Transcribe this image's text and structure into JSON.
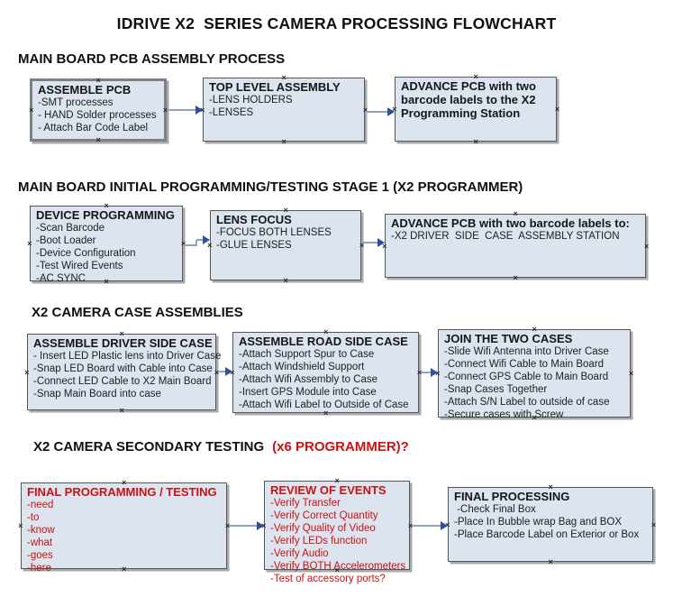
{
  "title": "IDRIVE X2  SERIES CAMERA PROCESSING FLOWCHART",
  "colors": {
    "box_fill": "#dce4f0",
    "box_border": "#54565c",
    "box_shadow": "#a9a9a9",
    "arrow_line": "#8fa3c0",
    "arrow_head": "#2f4f9f",
    "accent_red": "#cc1111"
  },
  "sections": [
    {
      "heading": "MAIN BOARD PCB ASSEMBLY PROCESS",
      "boxes": [
        {
          "title": "ASSEMBLE PCB",
          "items": [
            "-SMT processes",
            "- HAND Solder processes",
            "- Attach Bar Code Label"
          ]
        },
        {
          "title": "TOP LEVEL ASSEMBLY",
          "items": [
            "-LENS HOLDERS",
            "-LENSES"
          ]
        },
        {
          "title": "ADVANCE PCB with two barcode labels to the X2 Programming Station",
          "items": []
        }
      ]
    },
    {
      "heading": "MAIN BOARD INITIAL PROGRAMMING/TESTING STAGE 1 (X2 PROGRAMMER)",
      "boxes": [
        {
          "title": "DEVICE PROGRAMMING",
          "items": [
            "-Scan Barcode",
            "-Boot Loader",
            "-Device Configuration",
            "-Test Wired Events",
            "-AC SYNC"
          ]
        },
        {
          "title": "LENS FOCUS",
          "items": [
            "-FOCUS BOTH LENSES",
            "-GLUE LENSES"
          ]
        },
        {
          "title": "ADVANCE PCB with two barcode labels to:",
          "items": [
            "-X2 DRIVER  SIDE  CASE  ASSEMBLY STATION"
          ]
        }
      ]
    },
    {
      "heading": "X2 CAMERA CASE ASSEMBLIES",
      "boxes": [
        {
          "title": "ASSEMBLE DRIVER SIDE CASE",
          "items": [
            "- Insert LED Plastic lens into Driver Case",
            "-Snap LED Board with Cable into Case",
            "-Connect LED Cable to X2 Main Board",
            "-Snap Main Board into case"
          ]
        },
        {
          "title": "ASSEMBLE ROAD SIDE CASE",
          "items": [
            "-Attach Support Spur to Case",
            "-Attach Windshield Support",
            "-Attach Wifi Assembly to Case",
            "-Insert GPS Module into Case",
            "-Attach Wifi Label to Outside of Case"
          ]
        },
        {
          "title": "JOIN THE TWO CASES",
          "items": [
            "-Slide Wifi Antenna into Driver Case",
            "-Connect Wifi Cable to Main Board",
            "-Connect GPS Cable to Main Board",
            "-Snap Cases Together",
            "-Attach S/N Label to outside of case",
            "-Secure cases with Screw"
          ]
        }
      ]
    },
    {
      "heading": "X2 CAMERA SECONDARY TESTING",
      "heading_suffix": "(x6 PROGRAMMER)?",
      "boxes": [
        {
          "title": "FINAL PROGRAMMING / TESTING",
          "items": [
            "-need",
            "-to",
            "-know",
            "-what",
            "-goes",
            "-here"
          ]
        },
        {
          "title": "REVIEW OF EVENTS",
          "items": [
            "-Verify Transfer",
            "-Verify Correct Quantity",
            "-Verify Quality of Video",
            "-Verify LEDs function",
            "-Verify Audio",
            "-Verify BOTH Accelerometers",
            "-Test of accessory ports?"
          ]
        },
        {
          "title": "FINAL PROCESSING",
          "items": [
            " -Check Final Box",
            "-Place In Bubble wrap Bag and BOX",
            "-Place Barcode Label on Exterior or Box"
          ]
        }
      ]
    }
  ]
}
